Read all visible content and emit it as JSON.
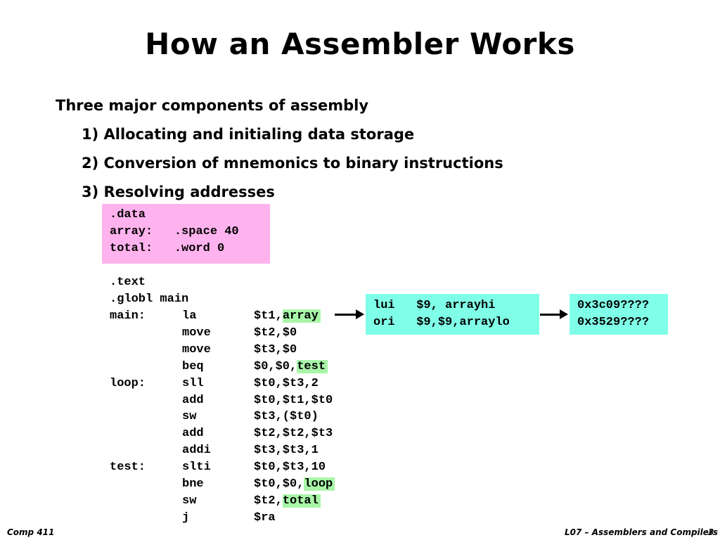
{
  "title": "How an Assembler Works",
  "bullets": {
    "main": "Three major components of assembly",
    "items": [
      "1) Allocating and initialing data storage",
      "2) Conversion of mnemonics to binary instructions",
      "3) Resolving addresses"
    ]
  },
  "data_section": [
    ".data",
    "array:   .space 40",
    "total:   .word 0"
  ],
  "text_section": {
    "directives": [
      ".text",
      ".globl main"
    ],
    "lines": [
      {
        "label": "main:",
        "op": "la",
        "args": "$t1,",
        "hl": "array"
      },
      {
        "label": "",
        "op": "move",
        "args": "$t2,$0",
        "hl": ""
      },
      {
        "label": "",
        "op": "move",
        "args": "$t3,$0",
        "hl": ""
      },
      {
        "label": "",
        "op": "beq",
        "args": "$0,$0,",
        "hl": "test"
      },
      {
        "label": "loop:",
        "op": "sll",
        "args": "$t0,$t3,2",
        "hl": ""
      },
      {
        "label": "",
        "op": "add",
        "args": "$t0,$t1,$t0",
        "hl": ""
      },
      {
        "label": "",
        "op": "sw",
        "args": "$t3,($t0)",
        "hl": ""
      },
      {
        "label": "",
        "op": "add",
        "args": "$t2,$t2,$t3",
        "hl": ""
      },
      {
        "label": "",
        "op": "addi",
        "args": "$t3,$t3,1",
        "hl": ""
      },
      {
        "label": "test:",
        "op": "slti",
        "args": "$t0,$t3,10",
        "hl": ""
      },
      {
        "label": "",
        "op": "bne",
        "args": "$t0,$0,",
        "hl": "loop"
      },
      {
        "label": "",
        "op": "sw",
        "args": "$t2,",
        "hl": "total"
      },
      {
        "label": "",
        "op": "j",
        "args": "$ra",
        "hl": ""
      }
    ]
  },
  "expansion": [
    "lui   $9, arrayhi",
    "ori   $9,$9,arraylo"
  ],
  "machine_code": [
    "0x3c09????",
    "0x3529????"
  ],
  "footer": {
    "left": "Comp 411",
    "right": "L07 – Assemblers and Compilers",
    "page": "3"
  },
  "colors": {
    "data_box": "#ffb3ee",
    "highlight": "#a8f5a8",
    "cyan_box": "#80ffe8"
  }
}
